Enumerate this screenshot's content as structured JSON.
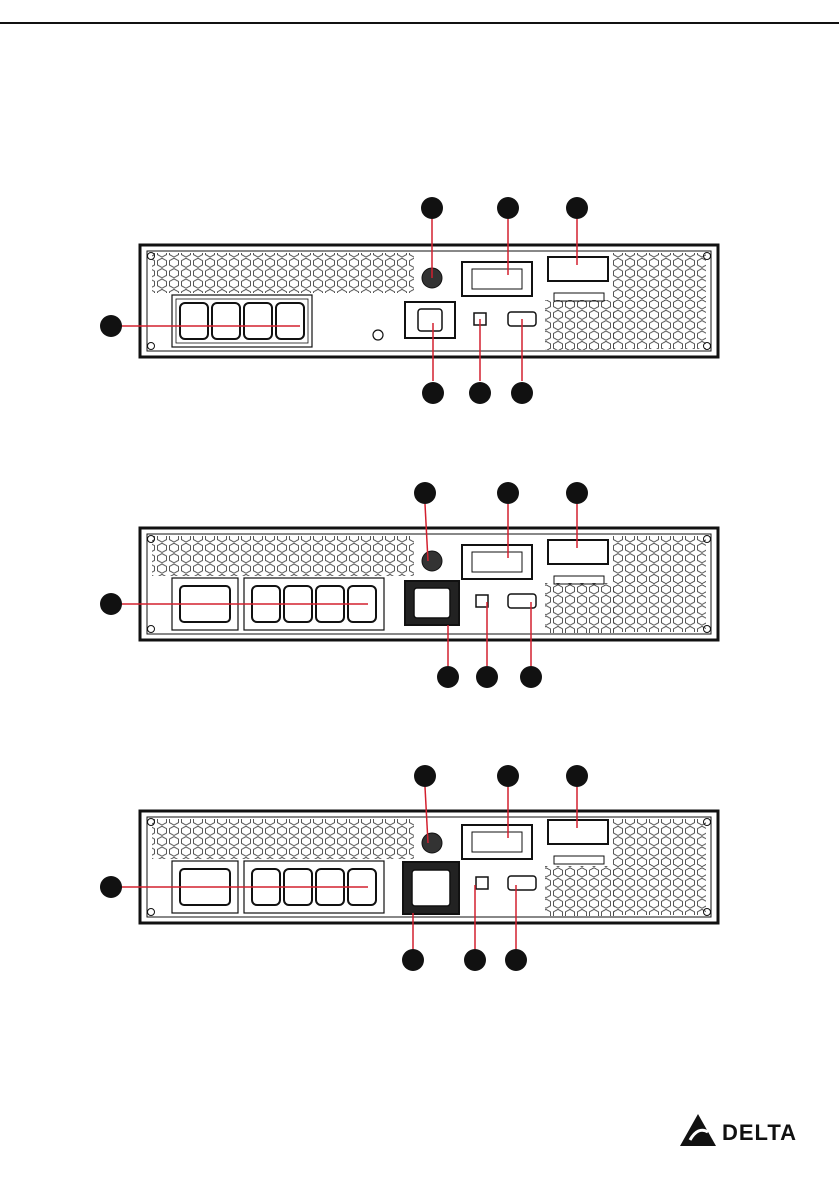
{
  "brand": {
    "logo_text": "DELTA"
  },
  "colors": {
    "callout": "#d3202f",
    "panel": "#1a1a1a",
    "line": "#222222"
  },
  "diagrams": [
    {
      "variant": "a",
      "outlet_style": "four-c13"
    },
    {
      "variant": "b",
      "outlet_style": "c19-plus-four-c13"
    },
    {
      "variant": "c",
      "outlet_style": "c19-plus-four-c13-large-inlet"
    }
  ]
}
